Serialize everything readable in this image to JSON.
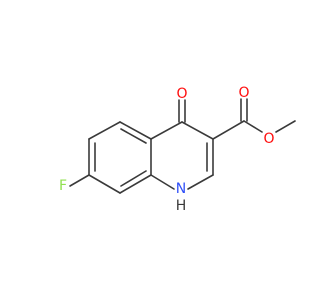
{
  "molecule": {
    "atoms": {
      "oxygen_ketone": "O",
      "oxygen_ester_carbonyl": "O",
      "oxygen_ester_ether": "O",
      "fluorine": "F",
      "nitrogen": "N",
      "nitrogen_hydrogen": "H"
    },
    "colors": {
      "bond": "#3a3a3a",
      "oxygen": "#ff0d0d",
      "fluorine": "#90e050",
      "nitrogen": "#3050f8"
    }
  }
}
